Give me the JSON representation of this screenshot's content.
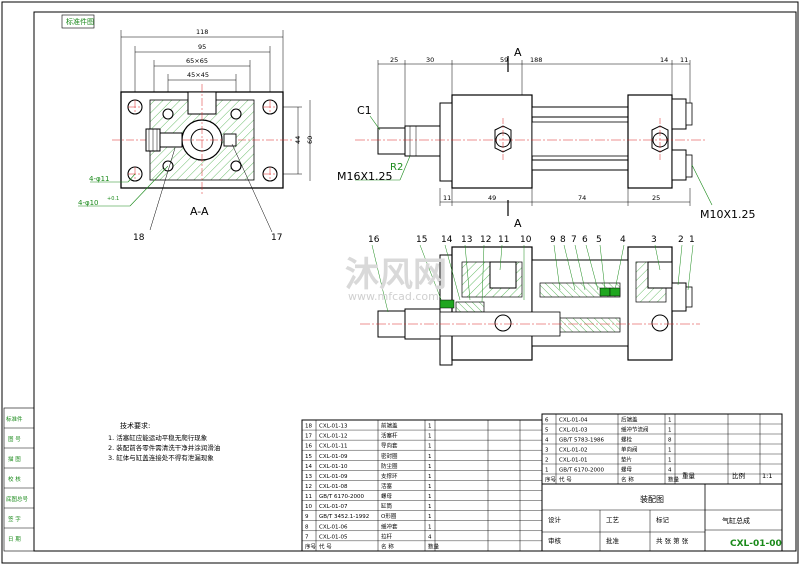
{
  "top_tab": "标准件图",
  "view_left": {
    "dims": {
      "d118": "118",
      "d95": "95",
      "d65x65": "65×65",
      "d45x45": "45×45",
      "d44": "44",
      "d60": "60"
    },
    "holes_top": "4-φ11",
    "holes_bottom": "4-φ10",
    "holes_tol": "+0.1",
    "section_label": "A-A",
    "callout_18": "18",
    "callout_17": "17"
  },
  "view_right": {
    "dims": {
      "d25": "25",
      "d30": "30",
      "d59": "59",
      "d188": "188",
      "d14": "14",
      "d11": "11",
      "d11b": "11",
      "d49": "49",
      "d74": "74",
      "d25b": "25"
    },
    "section_A_top": "A",
    "section_A_bottom": "A",
    "label_c1": "C1",
    "label_r2": "R2",
    "thread_left": "M16X1.25",
    "thread_right": "M10X1.25"
  },
  "part_callouts": [
    "16",
    "15",
    "14",
    "13",
    "12",
    "11",
    "10",
    "9",
    "8",
    "7",
    "6",
    "5",
    "4",
    "3",
    "2",
    "1"
  ],
  "watermark": {
    "brand": "沐风网",
    "url": "www.mfcad.com"
  },
  "tech_req": {
    "title": "技术要求:",
    "items": [
      "1. 活塞缸应能运动平稳无爬行现象",
      "2. 装配前各零件需清洗干净并涂润滑油",
      "3. 缸体与缸盖连接处不得有泄漏现象"
    ]
  },
  "left_strip": [
    "标准件",
    "图  号",
    "描  图",
    "校  核",
    "底图总号",
    "签  字",
    "日  期"
  ],
  "bom_left": [
    {
      "no": "18",
      "code": "CXL-01-13",
      "name": "前端盖",
      "qty": "1"
    },
    {
      "no": "17",
      "code": "CXL-01-12",
      "name": "活塞杆",
      "qty": "1"
    },
    {
      "no": "16",
      "code": "CXL-01-11",
      "name": "导向套",
      "qty": "1"
    },
    {
      "no": "15",
      "code": "CXL-01-09",
      "name": "密封圈",
      "qty": "1"
    },
    {
      "no": "14",
      "code": "CXL-01-10",
      "name": "防尘圈",
      "qty": "1"
    },
    {
      "no": "13",
      "code": "CXL-01-09",
      "name": "支撑环",
      "qty": "1"
    },
    {
      "no": "12",
      "code": "CXL-01-08",
      "name": "活塞",
      "qty": "1"
    },
    {
      "no": "11",
      "code": "GB/T 6170-2000",
      "name": "螺母",
      "qty": "1"
    },
    {
      "no": "10",
      "code": "CXL-01-07",
      "name": "缸筒",
      "qty": "1"
    },
    {
      "no": "9",
      "code": "GB/T 3452.1-1992",
      "name": "O形圈",
      "qty": "1"
    },
    {
      "no": "8",
      "code": "CXL-01-06",
      "name": "缓冲套",
      "qty": "1"
    },
    {
      "no": "7",
      "code": "CXL-01-05",
      "name": "拉杆",
      "qty": "4"
    },
    {
      "no": "序号",
      "code": "代  号",
      "name": "名  称",
      "qty": "数量"
    }
  ],
  "bom_right": [
    {
      "no": "6",
      "code": "CXL-01-04",
      "name": "后端盖",
      "qty": "1"
    },
    {
      "no": "5",
      "code": "CXL-01-03",
      "name": "缓冲节流阀",
      "qty": "1"
    },
    {
      "no": "4",
      "code": "GB/T 5783-1986",
      "name": "螺栓",
      "qty": "8"
    },
    {
      "no": "3",
      "code": "CXL-01-02",
      "name": "单向阀",
      "qty": "1"
    },
    {
      "no": "2",
      "code": "CXL-01-01",
      "name": "垫片",
      "qty": "1"
    },
    {
      "no": "1",
      "code": "GB/T 6170-2000",
      "name": "螺母",
      "qty": "4"
    },
    {
      "no": "序号",
      "code": "代  号",
      "name": "名  称",
      "qty": "数量"
    }
  ],
  "title_block": {
    "drawing_name": "装配图",
    "product_name": "气缸总成",
    "drawing_no": "CXL-01-00",
    "ratio_label": "比例",
    "ratio": "1:1",
    "sheet_label": "共  张  第  张",
    "stage": "标记",
    "weight": "重量",
    "designer": "设计",
    "checker": "审核",
    "process": "工艺",
    "approve": "批准"
  }
}
